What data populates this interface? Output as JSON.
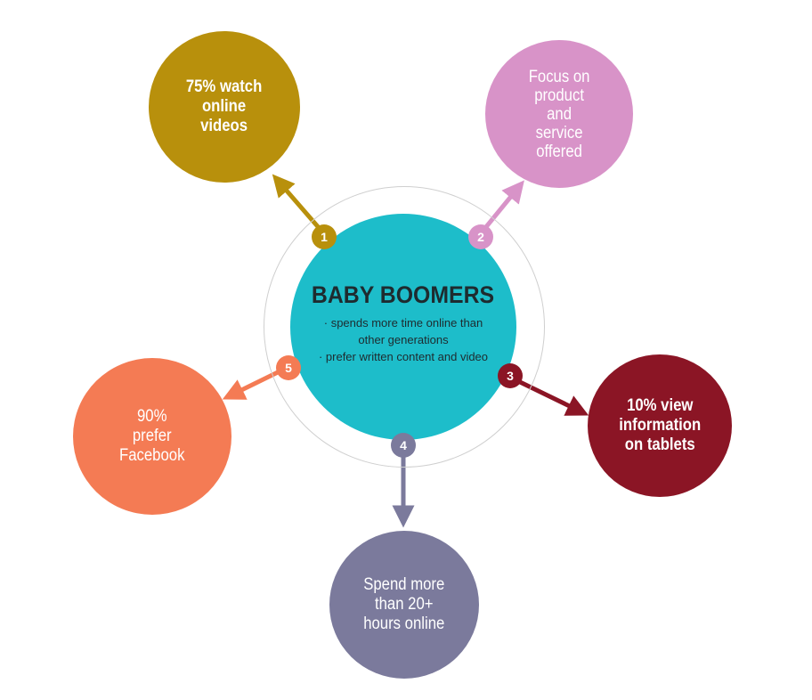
{
  "colors": {
    "gold": "#b8900c",
    "pink": "#d893c8",
    "maroon": "#8b1525",
    "slate": "#7b7a9c",
    "coral": "#f47b54",
    "teal": "#1dbdca"
  },
  "center": {
    "title": "BABY BOOMERS",
    "bullets": [
      "· spends more time online than other generations",
      "· prefer written content and video"
    ]
  },
  "nodes": [
    {
      "number": "1",
      "label": "75% watch\nonline\nvideos",
      "color": "#b8900c"
    },
    {
      "number": "2",
      "label": "Focus on\nproduct\nand\nservice\noffered",
      "color": "#d893c8"
    },
    {
      "number": "3",
      "label": "10% view\ninformation\non tablets",
      "color": "#8b1525"
    },
    {
      "number": "4",
      "label": "Spend more\nthan 20+\nhours online",
      "color": "#7b7a9c"
    },
    {
      "number": "5",
      "label": "90%\nprefer\nFacebook",
      "color": "#f47b54"
    }
  ]
}
